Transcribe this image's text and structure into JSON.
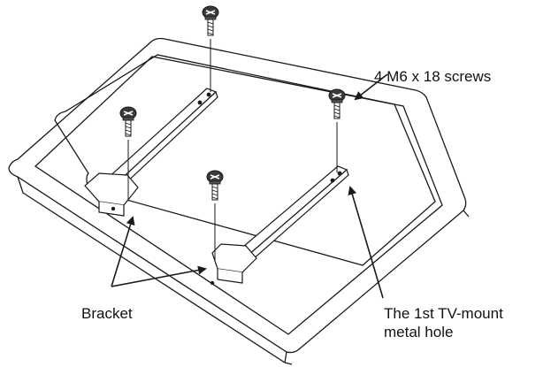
{
  "labels": {
    "screws": "4 M6 x 18 screws",
    "bracket": "Bracket",
    "hole_line1": "The 1st TV-mount",
    "hole_line2": "metal hole"
  },
  "colors": {
    "line": "#1a1a1a",
    "screw_fill": "#3a3a3a",
    "background": "#ffffff"
  },
  "icons": [
    "screw-icon"
  ]
}
